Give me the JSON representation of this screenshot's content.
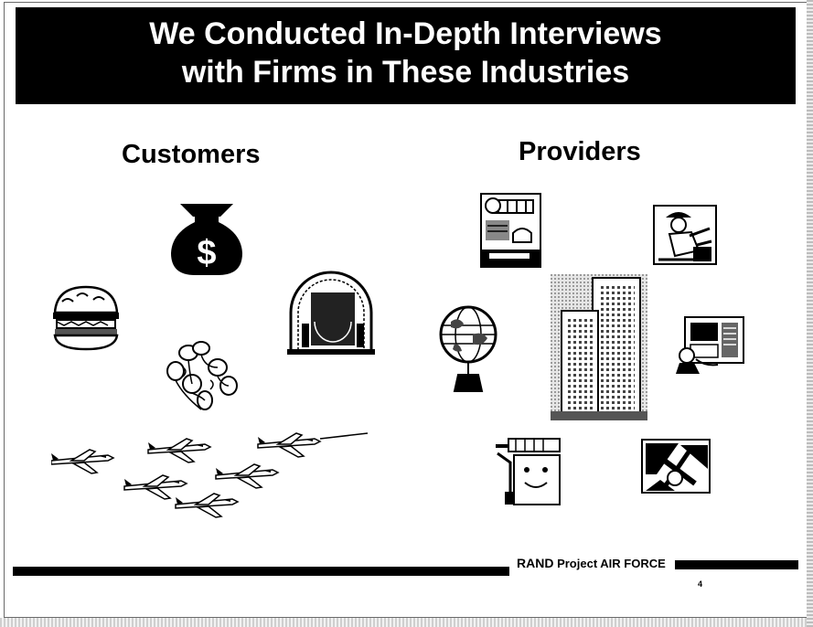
{
  "slide": {
    "title": "We Conducted In-Depth Interviews\nwith Firms in These Industries",
    "customers_heading": "Customers",
    "providers_heading": "Providers",
    "footer": {
      "org": "RAND",
      "program": "Project AIR FORCE"
    },
    "page_number": "4"
  },
  "customer_icons": [
    "money-bag-icon",
    "hamburger-icon",
    "flowers-icon",
    "cd-player-icon",
    "fighter-jets-icon"
  ],
  "provider_icons": [
    "kitchen-icon",
    "construction-worker-icon",
    "globe-icon",
    "office-building-icon",
    "computer-technician-icon",
    "paint-roller-icon",
    "tools-icon"
  ],
  "colors": {
    "title_bar": "#000000",
    "text": "#000000",
    "background": "#ffffff"
  }
}
